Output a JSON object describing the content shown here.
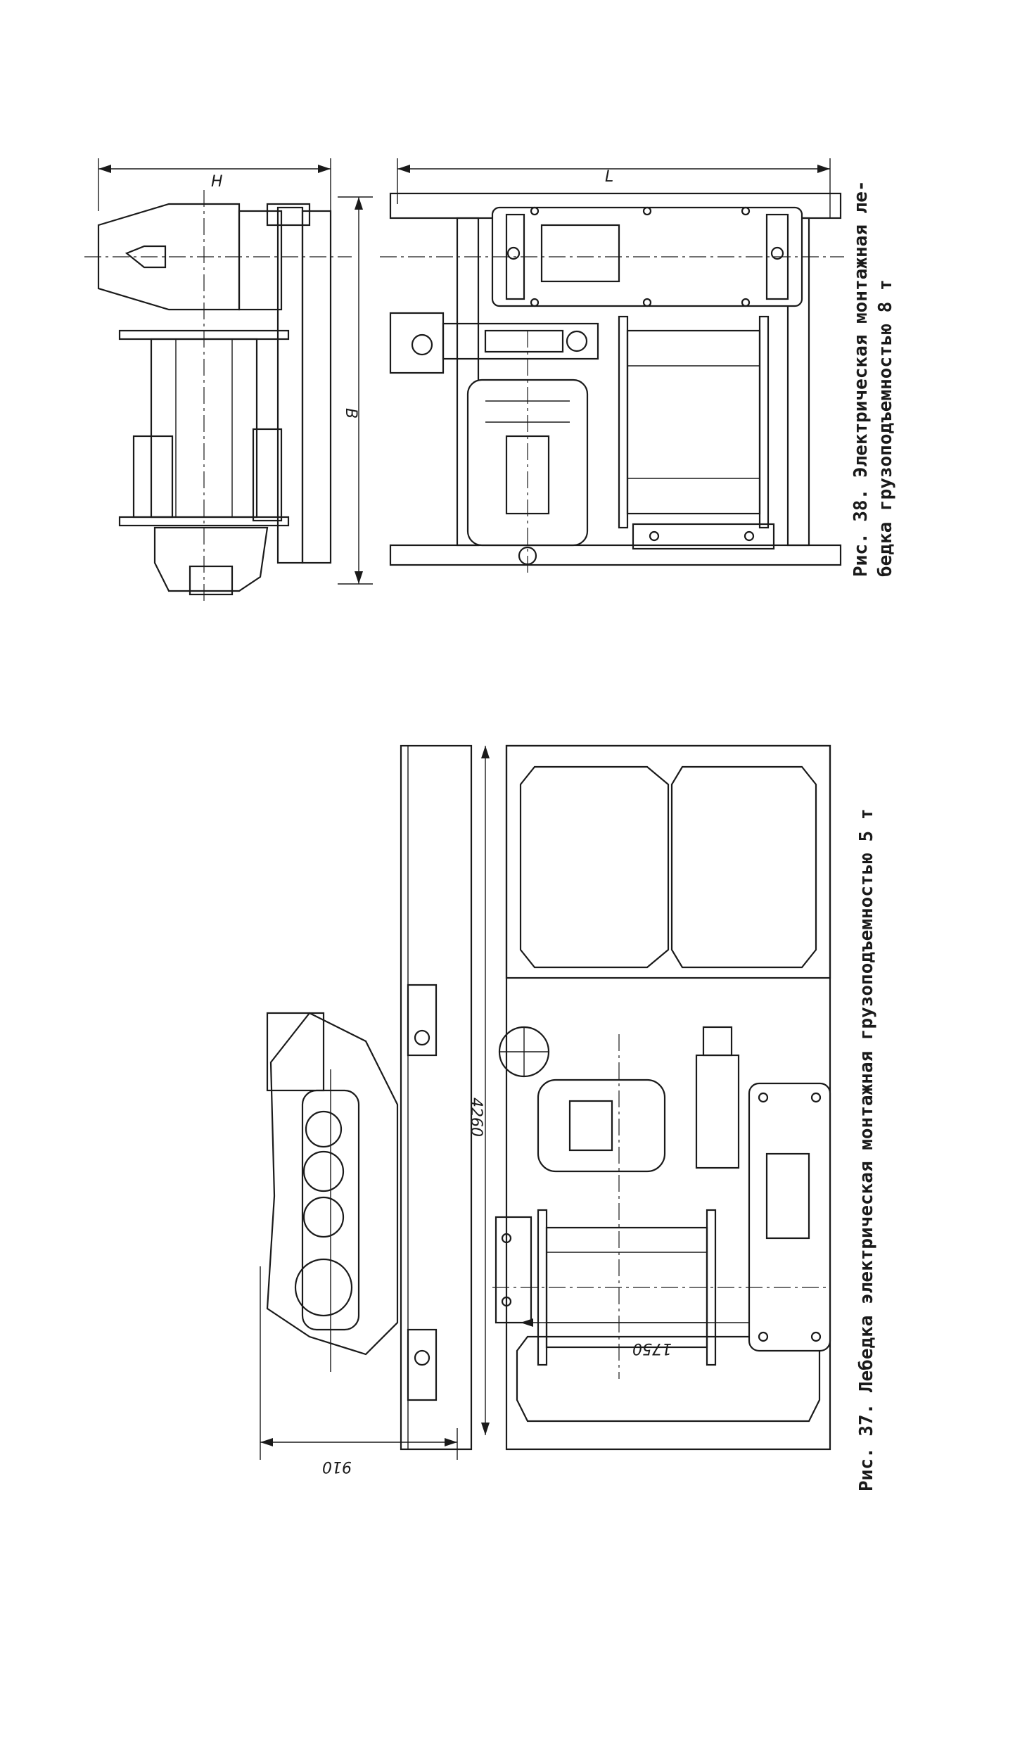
{
  "figure_38": {
    "caption_line1": "Рис. 38.  Электрическая  монтажная  ле-",
    "caption_line2": "бедка  грузоподъемностью  8  т",
    "dim_H": "H",
    "dim_B": "B",
    "dim_L": "L"
  },
  "figure_37": {
    "caption": "Рис. 37.  Лебедка электрическая  монтажная  грузоподъемностью 5 т",
    "dim_910": "910",
    "dim_4260": "4260",
    "dim_1750": "1750"
  }
}
